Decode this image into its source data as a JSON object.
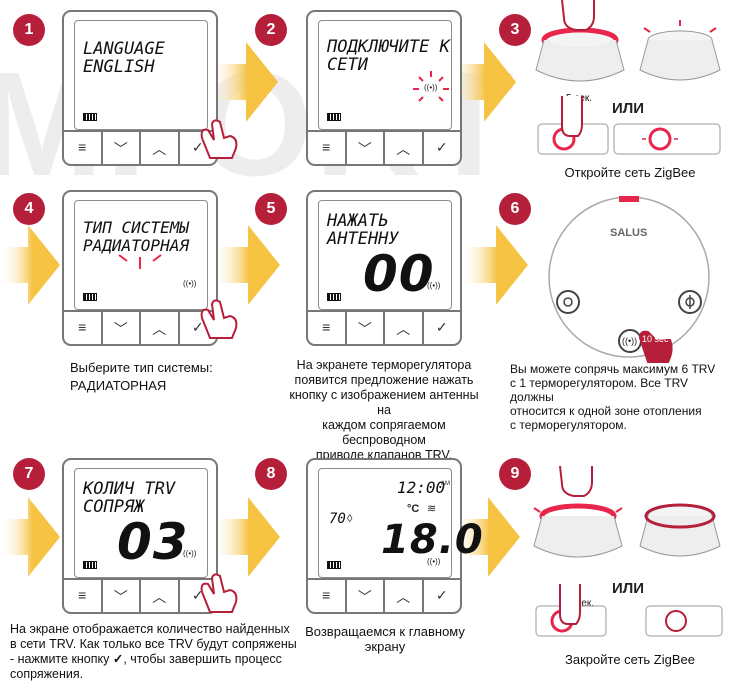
{
  "steps": [
    "1",
    "2",
    "3",
    "4",
    "5",
    "6",
    "7",
    "8",
    "9"
  ],
  "watermark": "MFORT",
  "screens": {
    "s1": {
      "line1": "LANGUAGE",
      "line2": "ENGLISH"
    },
    "s2": {
      "line1": "ПОДКЛЮЧИТЕ К",
      "line2": "СЕТИ"
    },
    "s4": {
      "line1": "ТИП СИСТЕМЫ",
      "line2": "РАДИАТОРНАЯ"
    },
    "s5": {
      "line1": "НАЖАТЬ",
      "line2": "АНТЕННУ",
      "value": "00"
    },
    "s7": {
      "line1": "КОЛИЧ TRV",
      "line2": "СОПРЯЖ",
      "value": "03"
    },
    "s8": {
      "time": "12:00",
      "ampm": "AM",
      "unit": "°C",
      "temp": "18.0",
      "humidity": "70"
    }
  },
  "buttons": [
    "≡",
    "﹀",
    "︿",
    "✓"
  ],
  "or_label": "ИЛИ",
  "five_sec": "5 сек.",
  "ten_sec": "10 sec",
  "salus_logo": "SALUS",
  "captions": {
    "c3": "Откройте сеть ZigBee",
    "c4a": "Выберите тип системы:",
    "c4b": "РАДИАТОРНАЯ",
    "c5": [
      "На экранете терморегулятора",
      "появится предложение нажать",
      "кнопку с изображением антенны на",
      "каждом сопрягаемом беспроводном",
      "приводе клапанов TRV."
    ],
    "c6": [
      "Вы можете сопрячь максимум 6 TRV",
      "с 1 терморегулятором. Все TRV должны",
      "относится к одной зоне отопления",
      "с терморегулятором."
    ],
    "c7": [
      "На экране отображается количество найденных",
      "в сети  TRV. Как только все TRV будут сопряжены",
      "- нажмите кнопку ",
      ", чтобы завершить процесс",
      "сопряжения."
    ],
    "c8": [
      "Возвращаемся к главному",
      "экрану"
    ],
    "c9": "Закройте сеть ZigBee"
  },
  "colors": {
    "badge": "#b51f3a",
    "arrow": "#f5c242",
    "glow": "#e8254a"
  }
}
